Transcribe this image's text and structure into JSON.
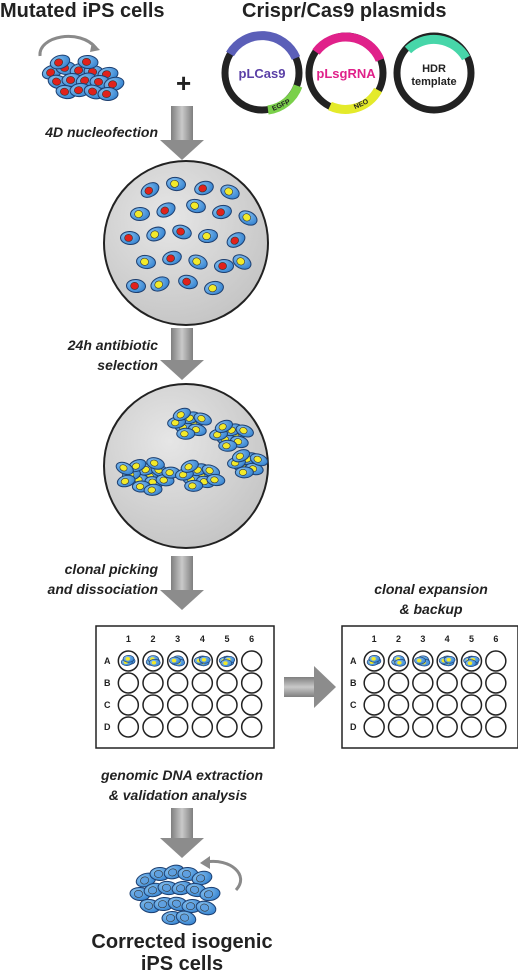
{
  "titles": {
    "start_cells": "Mutated iPS cells",
    "plasmids": "Crispr/Cas9 plasmids",
    "end_line1": "Corrected isogenic",
    "end_line2": "iPS cells",
    "plus": "+"
  },
  "plasmids": [
    {
      "label": "pLCas9",
      "label_color": "#5a3fa6",
      "marker": "EGFP",
      "arc_top": "#5b5fb8",
      "arc_bottom": "#7ad04a"
    },
    {
      "label": "pLsgRNA",
      "label_color": "#e0218a",
      "marker": "NEO",
      "arc_top": "#e0218a",
      "arc_bottom": "#e4ea2a"
    },
    {
      "label_line1": "HDR",
      "label_line2": "template",
      "label_color": "#222222",
      "arc_top": "#47d6a9"
    }
  ],
  "steps": {
    "nucleofection": "4D nucleofection",
    "selection_line1": "24h antibiotic",
    "selection_line2": "selection",
    "picking_line1": "clonal picking",
    "picking_line2": "and dissociation",
    "expansion_line1": "clonal expansion",
    "expansion_line2": "& backup",
    "dna_line1": "genomic DNA extraction",
    "dna_line2": "& validation analysis"
  },
  "plate": {
    "columns": [
      "1",
      "2",
      "3",
      "4",
      "5",
      "6"
    ],
    "rows": [
      "A",
      "B",
      "C",
      "D"
    ]
  },
  "colors": {
    "cell_blue": "#3f8fd8",
    "nucleus_red": "#e0221c",
    "nucleus_yellow": "#f2ea2a",
    "dish_gray": "#d4d4d4",
    "arrow_gray": "#9a9a9a"
  }
}
